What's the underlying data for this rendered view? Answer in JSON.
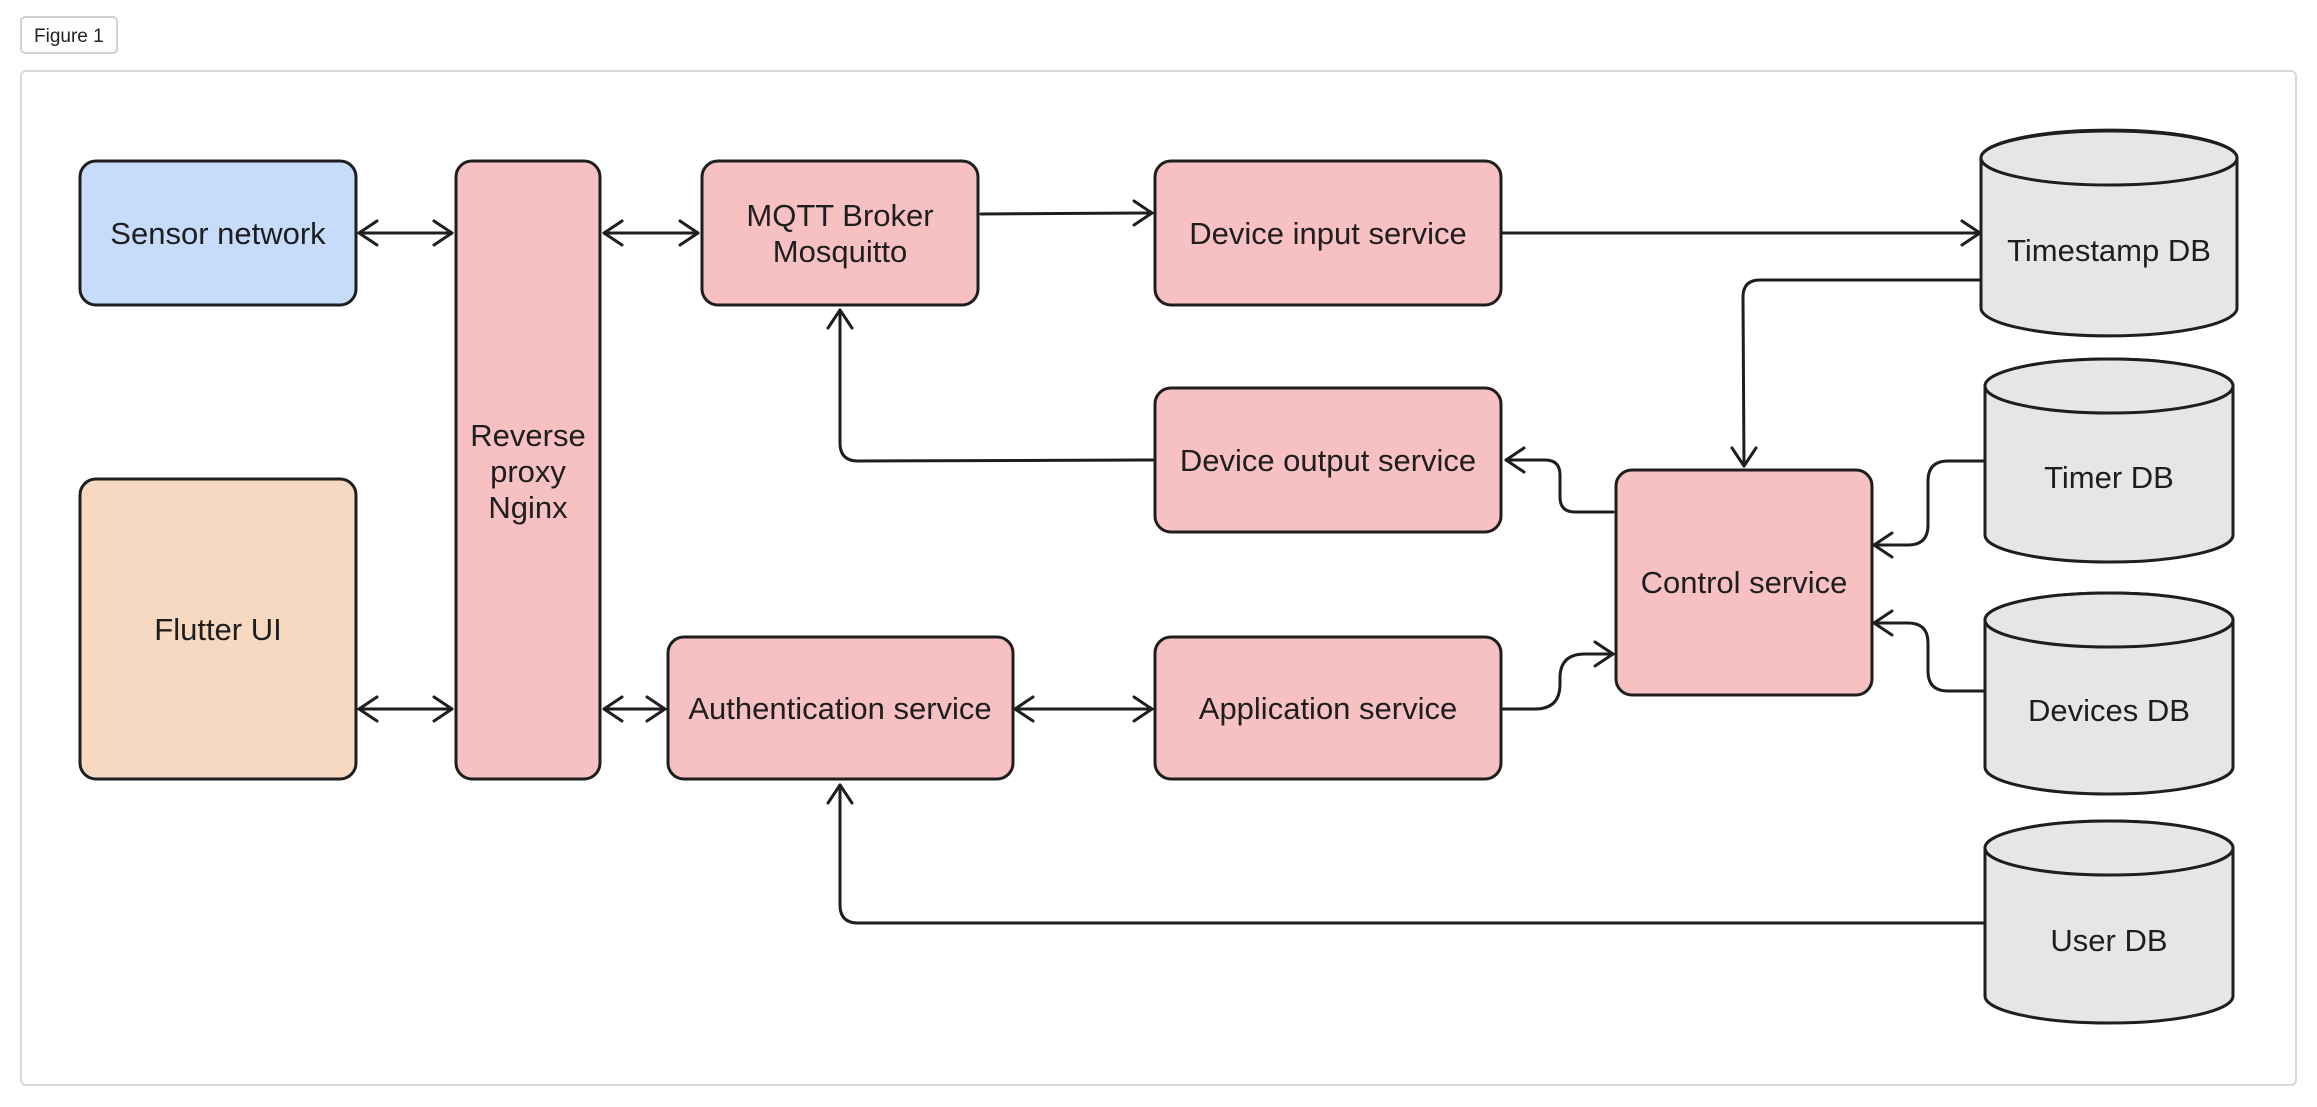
{
  "figure_tab": {
    "label": "Figure 1"
  },
  "colors": {
    "sensor": "#c7dbfa",
    "flutter": "#f7d8c0",
    "service": "#f7c0c2",
    "database": "#e6e6e6",
    "stroke": "#1e1e1e"
  },
  "nodes": {
    "sensor_network": {
      "label": "Sensor network",
      "shape": "rounded-rect"
    },
    "flutter_ui": {
      "label": "Flutter UI",
      "shape": "rounded-rect"
    },
    "reverse_proxy": {
      "lines": [
        "Reverse",
        "proxy",
        "Nginx"
      ],
      "shape": "rounded-rect"
    },
    "mqtt_broker": {
      "lines": [
        "MQTT Broker",
        "Mosquitto"
      ],
      "shape": "rounded-rect"
    },
    "device_input": {
      "label": "Device input service",
      "shape": "rounded-rect"
    },
    "device_output": {
      "label": "Device output service",
      "shape": "rounded-rect"
    },
    "authentication": {
      "label": "Authentication service",
      "shape": "rounded-rect"
    },
    "application": {
      "label": "Application service",
      "shape": "rounded-rect"
    },
    "control": {
      "label": "Control service",
      "shape": "rounded-rect"
    },
    "timestamp_db": {
      "label": "Timestamp DB",
      "shape": "cylinder"
    },
    "timer_db": {
      "label": "Timer DB",
      "shape": "cylinder"
    },
    "devices_db": {
      "label": "Devices DB",
      "shape": "cylinder"
    },
    "user_db": {
      "label": "User DB",
      "shape": "cylinder"
    }
  },
  "edges": [
    {
      "from": "sensor_network",
      "to": "reverse_proxy",
      "direction": "both"
    },
    {
      "from": "flutter_ui",
      "to": "reverse_proxy",
      "direction": "both"
    },
    {
      "from": "reverse_proxy",
      "to": "mqtt_broker",
      "direction": "both"
    },
    {
      "from": "reverse_proxy",
      "to": "authentication",
      "direction": "both"
    },
    {
      "from": "mqtt_broker",
      "to": "device_input",
      "direction": "forward"
    },
    {
      "from": "device_input",
      "to": "timestamp_db",
      "direction": "forward"
    },
    {
      "from": "timestamp_db",
      "to": "control",
      "direction": "forward"
    },
    {
      "from": "control",
      "to": "device_output",
      "direction": "forward"
    },
    {
      "from": "device_output",
      "to": "mqtt_broker",
      "direction": "forward"
    },
    {
      "from": "timer_db",
      "to": "control",
      "direction": "forward"
    },
    {
      "from": "devices_db",
      "to": "control",
      "direction": "forward"
    },
    {
      "from": "authentication",
      "to": "application",
      "direction": "both"
    },
    {
      "from": "application",
      "to": "control",
      "direction": "forward"
    },
    {
      "from": "user_db",
      "to": "authentication",
      "direction": "forward"
    }
  ]
}
